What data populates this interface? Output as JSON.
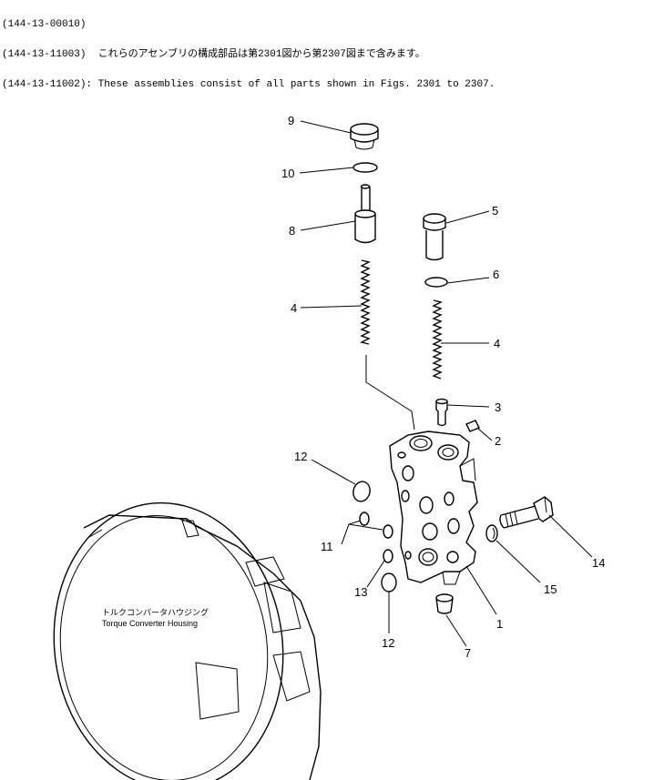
{
  "header": {
    "line1": "(144-13-00010)",
    "line2_code": "(144-13-11003)",
    "line2_text": "これらのアセンブリの構成部品は第2301図から第2307図まで含みます。",
    "line3_code": "(144-13-11002)",
    "line3_text": ": These assemblies consist of all parts shown in Figs. 2301 to 2307."
  },
  "housing": {
    "label_jp": "トルクコンバータハウジング",
    "label_en": "Torque Converter Housing"
  },
  "callouts": [
    {
      "id": "9",
      "label": "9"
    },
    {
      "id": "10",
      "label": "10"
    },
    {
      "id": "8",
      "label": "8"
    },
    {
      "id": "4a",
      "label": "4"
    },
    {
      "id": "5",
      "label": "5"
    },
    {
      "id": "6",
      "label": "6"
    },
    {
      "id": "4b",
      "label": "4"
    },
    {
      "id": "3",
      "label": "3"
    },
    {
      "id": "2",
      "label": "2"
    },
    {
      "id": "12a",
      "label": "12"
    },
    {
      "id": "11",
      "label": "11"
    },
    {
      "id": "13",
      "label": "13"
    },
    {
      "id": "12b",
      "label": "12"
    },
    {
      "id": "7",
      "label": "7"
    },
    {
      "id": "1",
      "label": "1"
    },
    {
      "id": "15",
      "label": "15"
    },
    {
      "id": "14",
      "label": "14"
    }
  ]
}
